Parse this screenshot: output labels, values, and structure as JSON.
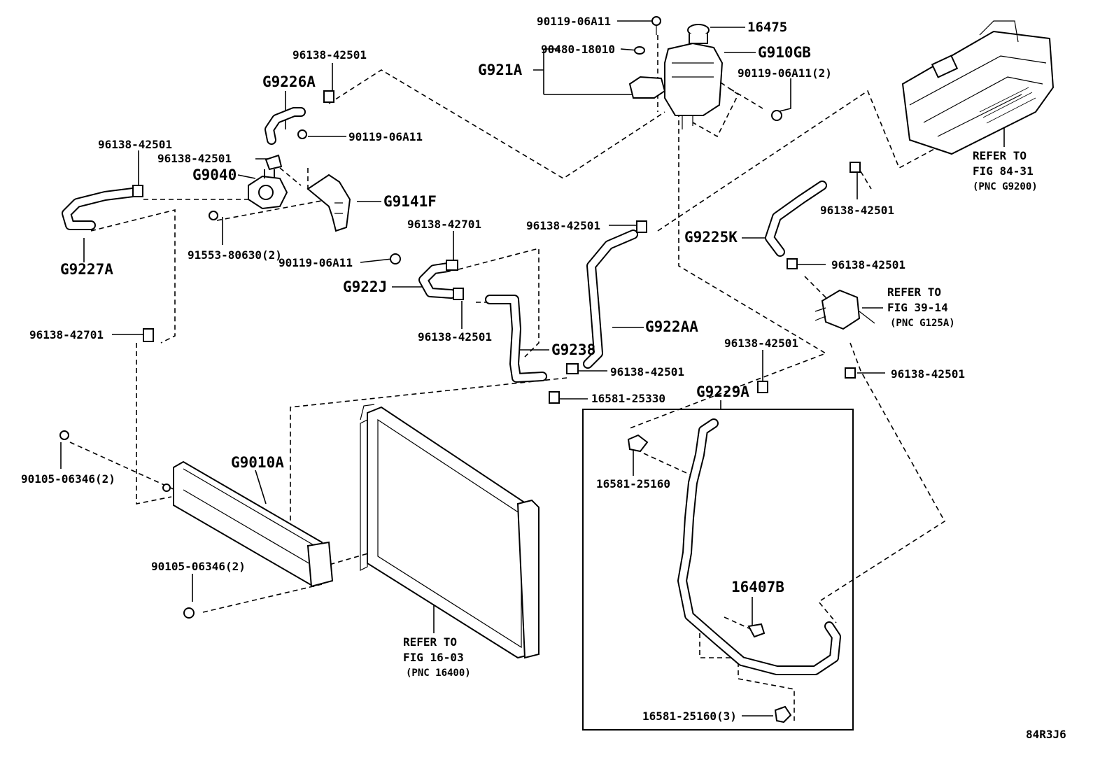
{
  "labels": {
    "p90119_top": "90119-06A11",
    "p16475": "16475",
    "p90480": "90480-18010",
    "pG910GB": "G910GB",
    "pG921A": "G921A",
    "p90119_2": "90119-06A11(2)",
    "p96138_a": "96138-42501",
    "pG9226A": "G9226A",
    "p90119_mid": "90119-06A11",
    "p96138_b": "96138-42501",
    "p96138_c": "96138-42501",
    "pG9040": "G9040",
    "pG9141F": "G9141F",
    "p91553": "91553-80630(2)",
    "p90119_low": "90119-06A11",
    "pG9227A": "G9227A",
    "p96138_42701_a": "96138-42701",
    "pG922J": "G922J",
    "p96138_d": "96138-42501",
    "p96138_e": "96138-42501",
    "pG922AA": "G922AA",
    "pG9238": "G9238",
    "p96138_f": "96138-42501",
    "p16581_25330": "16581-25330",
    "p96138_42701_b": "96138-42701",
    "pG9225K": "G9225K",
    "p96138_g": "96138-42501",
    "p96138_h": "96138-42501",
    "p96138_i": "96138-42501",
    "p96138_j": "96138-42501",
    "pG9229A": "G9229A",
    "p16581_25160": "16581-25160",
    "p16407B": "16407B",
    "p16581_25160_3": "16581-25160(3)",
    "pG9010A": "G9010A",
    "p90105_a": "90105-06346(2)",
    "p90105_b": "90105-06346(2)",
    "ref_inv_1": "REFER TO",
    "ref_inv_2": "FIG 84-31",
    "ref_inv_3": "(PNC G9200)",
    "ref_exch_1": "REFER TO",
    "ref_exch_2": "FIG 39-14",
    "ref_exch_3": "(PNC G125A)",
    "ref_rad_1": "REFER TO",
    "ref_rad_2": "FIG 16-03",
    "ref_rad_3": "(PNC 16400)",
    "figure_code": "84R3J6"
  }
}
